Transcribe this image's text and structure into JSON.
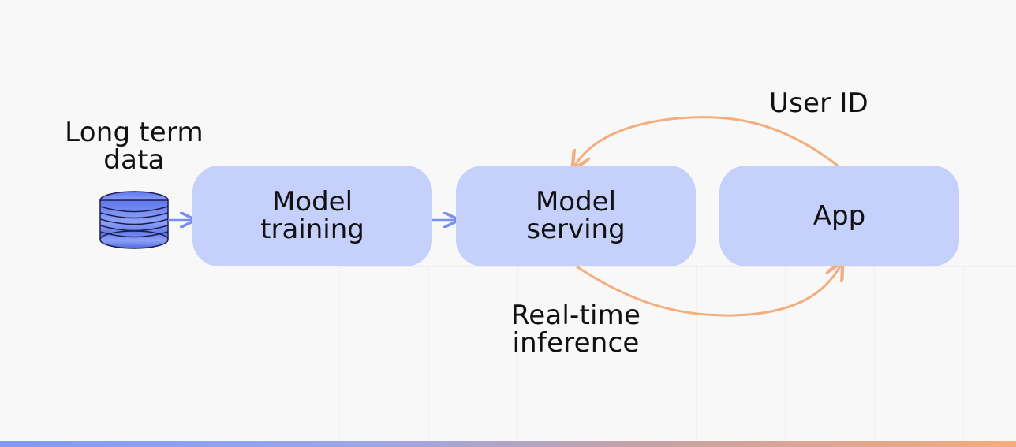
{
  "labels": {
    "long_term_data": "Long term data",
    "user_id": "User ID",
    "real_time_inference": "Real-time inference"
  },
  "nodes": [
    {
      "label": "Model training"
    },
    {
      "label": "Model serving"
    },
    {
      "label": "App"
    }
  ],
  "icons": {
    "database": "database-icon"
  },
  "colors": {
    "node_fill": "#c5d0fb",
    "blue_arrow": "#7a8ef0",
    "orange_arrow": "#f4ad7d",
    "database_fill": "#6f86f1",
    "database_stroke": "#1e1d4f"
  }
}
